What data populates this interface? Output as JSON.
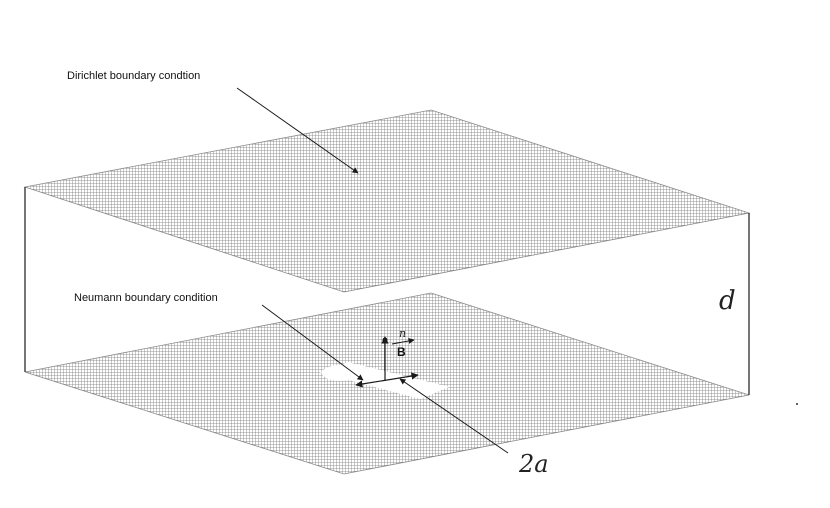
{
  "labels": {
    "dirichlet": "Dirichlet boundary condtion",
    "neumann": "Neumann boundary condition",
    "separation": "d",
    "width": "2a",
    "field": "B",
    "normal": "n"
  },
  "colors": {
    "mesh": "#8a8a8a",
    "line": "#1a1a1a"
  }
}
